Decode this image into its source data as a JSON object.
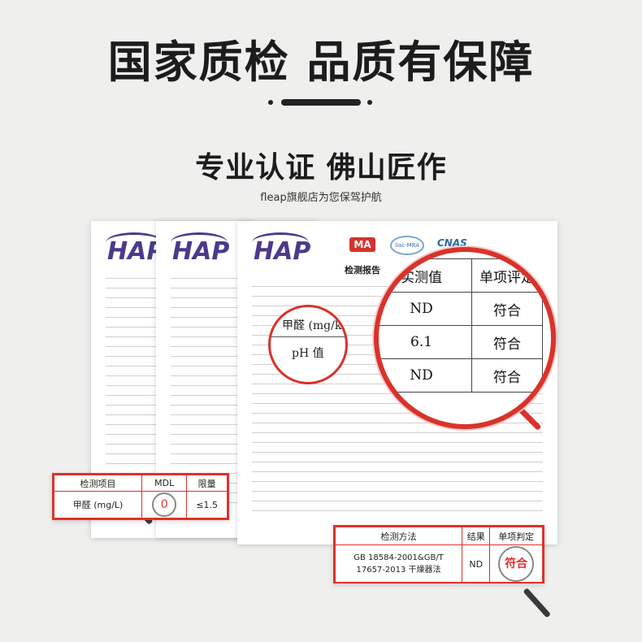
{
  "headline": "国家质检 品质有保障",
  "subhead": "专业认证 佛山匠作",
  "tagline": "fleap旗舰店为您保驾护航",
  "report": {
    "logo": "HAP",
    "ma_mark": "MA",
    "ilac_mark": "ilac-MRA",
    "cnas_mark": "CNAS",
    "title": "检测报告"
  },
  "magnifier": {
    "header": [
      "实测值",
      "单项评定"
    ],
    "rows": [
      [
        "ND",
        "符合"
      ],
      [
        "6.1",
        "符合"
      ],
      [
        "ND",
        "符合"
      ]
    ]
  },
  "small_lens": {
    "line1": "甲醛 (mg/k",
    "line2": "pH 值"
  },
  "box_left": {
    "headers": [
      "检测项目",
      "MDL",
      "限量"
    ],
    "item": "甲醛 (mg/L)",
    "mdl": "0",
    "limit": "≤1.5"
  },
  "box_right": {
    "headers": [
      "检测方法",
      "结果",
      "单项判定"
    ],
    "method_line1": "GB 18584-2001&GB/T",
    "method_line2": "17657-2013 干燥器法",
    "result": "ND",
    "verdict": "符合"
  },
  "colors": {
    "accent_red": "#e0312c",
    "hap_purple": "#4b3a8c"
  }
}
